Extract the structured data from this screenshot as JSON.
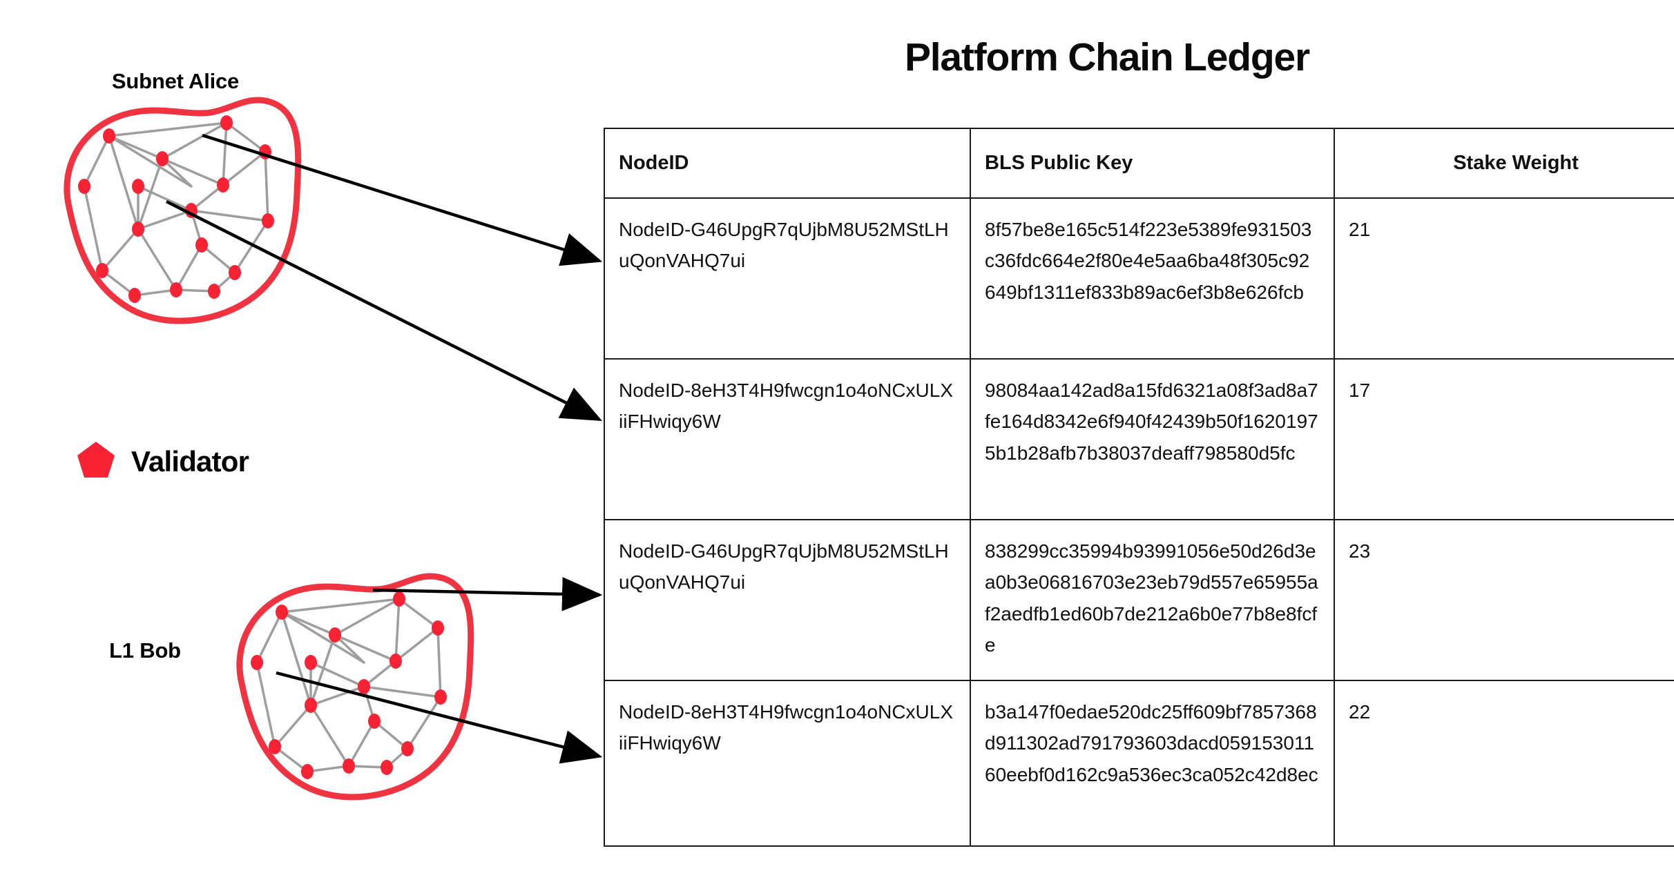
{
  "diagram": {
    "left_panel": {
      "subnet_label": "Subnet Alice",
      "l1_label": "L1 Bob",
      "legend": {
        "icon": "pentagon-icon",
        "label": "Validator",
        "color": "#F72233"
      }
    },
    "colors": {
      "validator_red": "#F72233",
      "blob_outline": "#EF3340",
      "graph_edge": "#9e9e9e",
      "arrow": "#000000",
      "table_border": "#1a1a1a",
      "text": "#111111"
    },
    "arrows": [
      {
        "name": "alice-to-row1",
        "from": "subnet-alice-node-top",
        "to": "ledger-row-1"
      },
      {
        "name": "alice-to-row2",
        "from": "subnet-alice-node-mid",
        "to": "ledger-row-2"
      },
      {
        "name": "bob-to-row3",
        "from": "l1-bob-node-top",
        "to": "ledger-row-3"
      },
      {
        "name": "bob-to-row4",
        "from": "l1-bob-node-mid",
        "to": "ledger-row-4"
      }
    ]
  },
  "ledger": {
    "title": "Platform Chain Ledger",
    "columns": [
      "NodeID",
      "BLS Public Key",
      "Stake Weight"
    ],
    "rows": [
      {
        "node_id": "NodeID-G46UpgR7qUjbM8U52MStLHuQonVAHQ7ui",
        "bls_public_key": "8f57be8e165c514f223e5389fe931503c36fdc664e2f80e4e5aa6ba48f305c92649bf1311ef833b89ac6ef3b8e626fcb",
        "stake_weight": "21"
      },
      {
        "node_id": "NodeID-8eH3T4H9fwcgn1o4oNCxULXiiFHwiqy6W",
        "bls_public_key": "98084aa142ad8a15fd6321a08f3ad8a7fe164d8342e6f940f42439b50f16201975b1b28afb7b38037deaff798580d5fc",
        "stake_weight": "17"
      },
      {
        "node_id": "NodeID-G46UpgR7qUjbM8U52MStLHuQonVAHQ7ui",
        "bls_public_key": "838299cc35994b93991056e50d26d3ea0b3e06816703e23eb79d557e65955af2aedfb1ed60b7de212a6b0e77b8e8fcfe",
        "stake_weight": "23"
      },
      {
        "node_id": "NodeID-8eH3T4H9fwcgn1o4oNCxULXiiFHwiqy6W",
        "bls_public_key": "b3a147f0edae520dc25ff609bf7857368d911302ad791793603dacd05915301160eebf0d162c9a536ec3ca052c42d8ec",
        "stake_weight": "22"
      }
    ]
  }
}
